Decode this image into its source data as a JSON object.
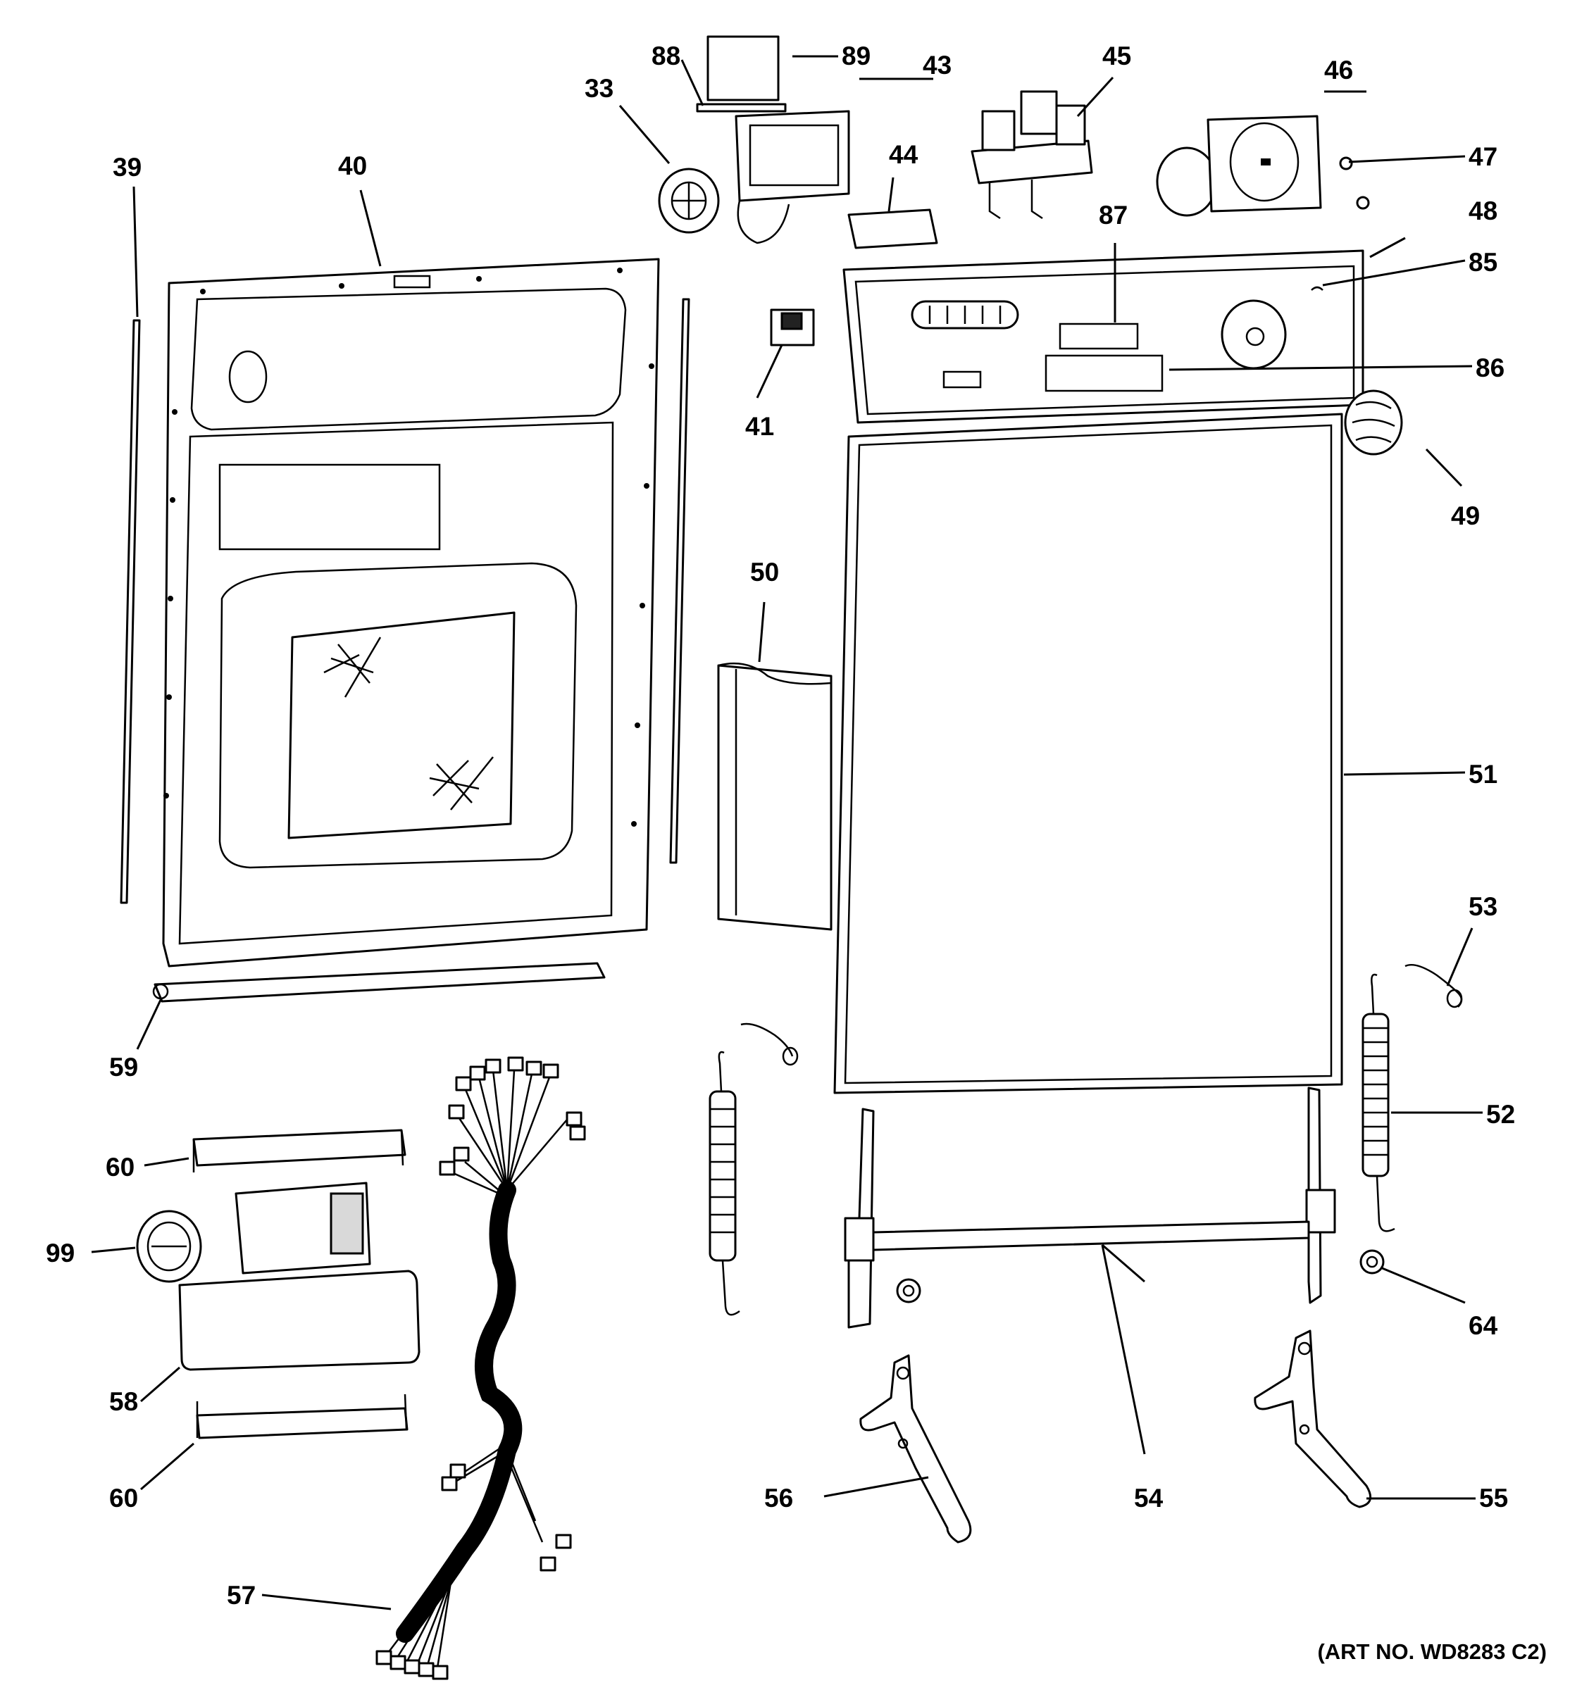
{
  "callouts": {
    "c33": "33",
    "c39": "39",
    "c40": "40",
    "c41": "41",
    "c43": "43",
    "c44": "44",
    "c45": "45",
    "c46": "46",
    "c47": "47",
    "c48": "48",
    "c49": "49",
    "c50": "50",
    "c51": "51",
    "c52": "52",
    "c53": "53",
    "c54": "54",
    "c55": "55",
    "c56": "56",
    "c57": "57",
    "c58": "58",
    "c59": "59",
    "c60a": "60",
    "c60b": "60",
    "c64": "64",
    "c85": "85",
    "c86": "86",
    "c87": "87",
    "c88": "88",
    "c89": "89",
    "c99": "99"
  },
  "art_number": "(ART NO. WD8283 C2)"
}
